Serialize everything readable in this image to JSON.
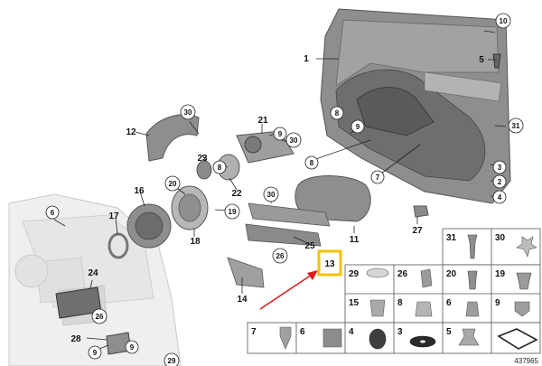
{
  "callouts": {
    "c1": "1",
    "c2": "2",
    "c3": "3",
    "c4": "4",
    "c5": "5",
    "c6": "6",
    "c7": "7",
    "c8a": "8",
    "c8b": "8",
    "c9a": "9",
    "c9b": "9",
    "c9c": "9",
    "c10": "10",
    "c11": "11",
    "c12": "12",
    "c13": "13",
    "c14": "14",
    "c16": "16",
    "c17": "17",
    "c18": "18",
    "c19": "19",
    "c20": "20",
    "c21": "21",
    "c22": "22",
    "c23": "23",
    "c24": "24",
    "c25": "25",
    "c26a": "26",
    "c26b": "26",
    "c27": "27",
    "c28": "28",
    "c29": "29",
    "c30a": "30",
    "c30b": "30",
    "c30c": "30",
    "c31": "31"
  },
  "parts_grid": {
    "cells": [
      "31",
      "30",
      "20",
      "19",
      "29",
      "26",
      "8",
      "15",
      "6",
      "9",
      "5",
      "4",
      "3",
      "7",
      "6"
    ]
  },
  "diagram_number": "437965",
  "colors": {
    "highlight_box": "#f2c200",
    "arrow": "#e11a1a",
    "part_fill": "#8e8e8e",
    "part_dark": "#5a5a5a",
    "ghost_fill": "#ececec"
  }
}
